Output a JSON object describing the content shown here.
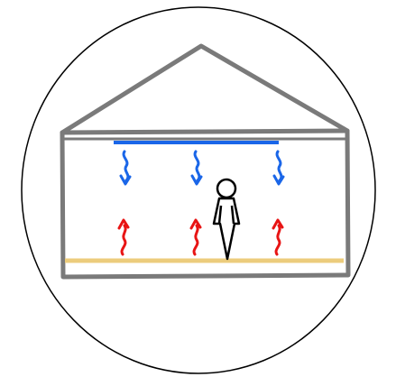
{
  "icon": {
    "name": "radiant-floor-heating-and-ceiling-cooling-icon",
    "colors": {
      "background": "#ffffff",
      "outline": "#000000",
      "house": "#7a7a7a",
      "cooling": "#1a66e8",
      "heating": "#e81414",
      "floor": "#eccc7c",
      "person": "#000000"
    },
    "elements": [
      "outer-circle",
      "house-roof",
      "house-walls",
      "ceiling-cooling-panel",
      "floor-heating-panel",
      "cool-air-arrows",
      "warm-air-arrows",
      "person-figure"
    ]
  }
}
